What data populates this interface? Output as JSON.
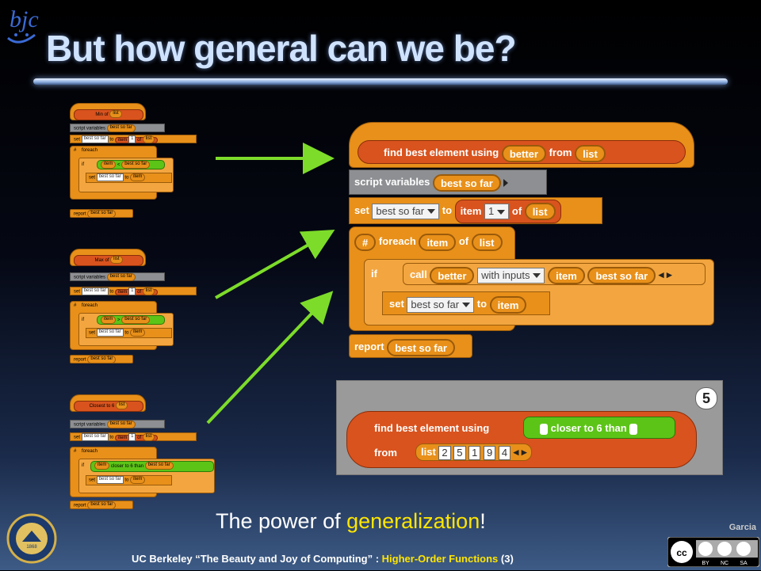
{
  "slide": {
    "title": "But how general can we be?",
    "subtitle_pre": "The power of ",
    "subtitle_hl": "generalization",
    "subtitle_post": "!",
    "author": "Garcia",
    "footer_pre": "UC Berkeley “The Beauty and Joy of Computing” : ",
    "footer_hl": "Higher-Order Functions",
    "footer_post": " (3)",
    "logo_text": "bjc",
    "seal_text": "UNIVERSITY OF CALIFORNIA 1868",
    "license_labels": [
      "BY",
      "NC",
      "SA"
    ]
  },
  "mini_scripts": [
    {
      "name": "Min",
      "hat": "Min",
      "cond_op": "<"
    },
    {
      "name": "Max",
      "hat": "Max",
      "cond_op": ">"
    },
    {
      "name": "Closest",
      "hat": "Closest to 6",
      "cond_op": "closer to 6 than"
    }
  ],
  "mini_labels": {
    "of": "of",
    "list": "list",
    "script_variables": "script variables",
    "best_so_far": "best so far",
    "set": "set",
    "to": "to",
    "item": "item",
    "one": "1",
    "foreach": "foreach",
    "if": "if",
    "report": "report"
  },
  "big_script": {
    "hat_find": "find best element using",
    "hat_better": "better",
    "hat_from": "from",
    "hat_list": "list",
    "script_variables": "script variables",
    "best_so_far": "best so far",
    "set": "set",
    "to": "to",
    "item": "item",
    "one": "1",
    "of": "of",
    "list": "list",
    "hash": "#",
    "foreach": "foreach",
    "if": "if",
    "call": "call",
    "better": "better",
    "with_inputs": "with inputs",
    "report": "report"
  },
  "result_panel": {
    "bubble_value": "5",
    "find_label": "find best element using",
    "ring_label": "closer to 6 than",
    "from_label": "from",
    "list_label": "list",
    "list_items": [
      "2",
      "5",
      "1",
      "9",
      "4"
    ]
  },
  "colors": {
    "title": "#cfe3ff",
    "highlight": "#ffe500",
    "arrow": "#7ddc2a",
    "block_orange": "#e8901a",
    "block_red": "#d9531e",
    "block_gray": "#8d8f92",
    "block_green": "#5cc417"
  }
}
